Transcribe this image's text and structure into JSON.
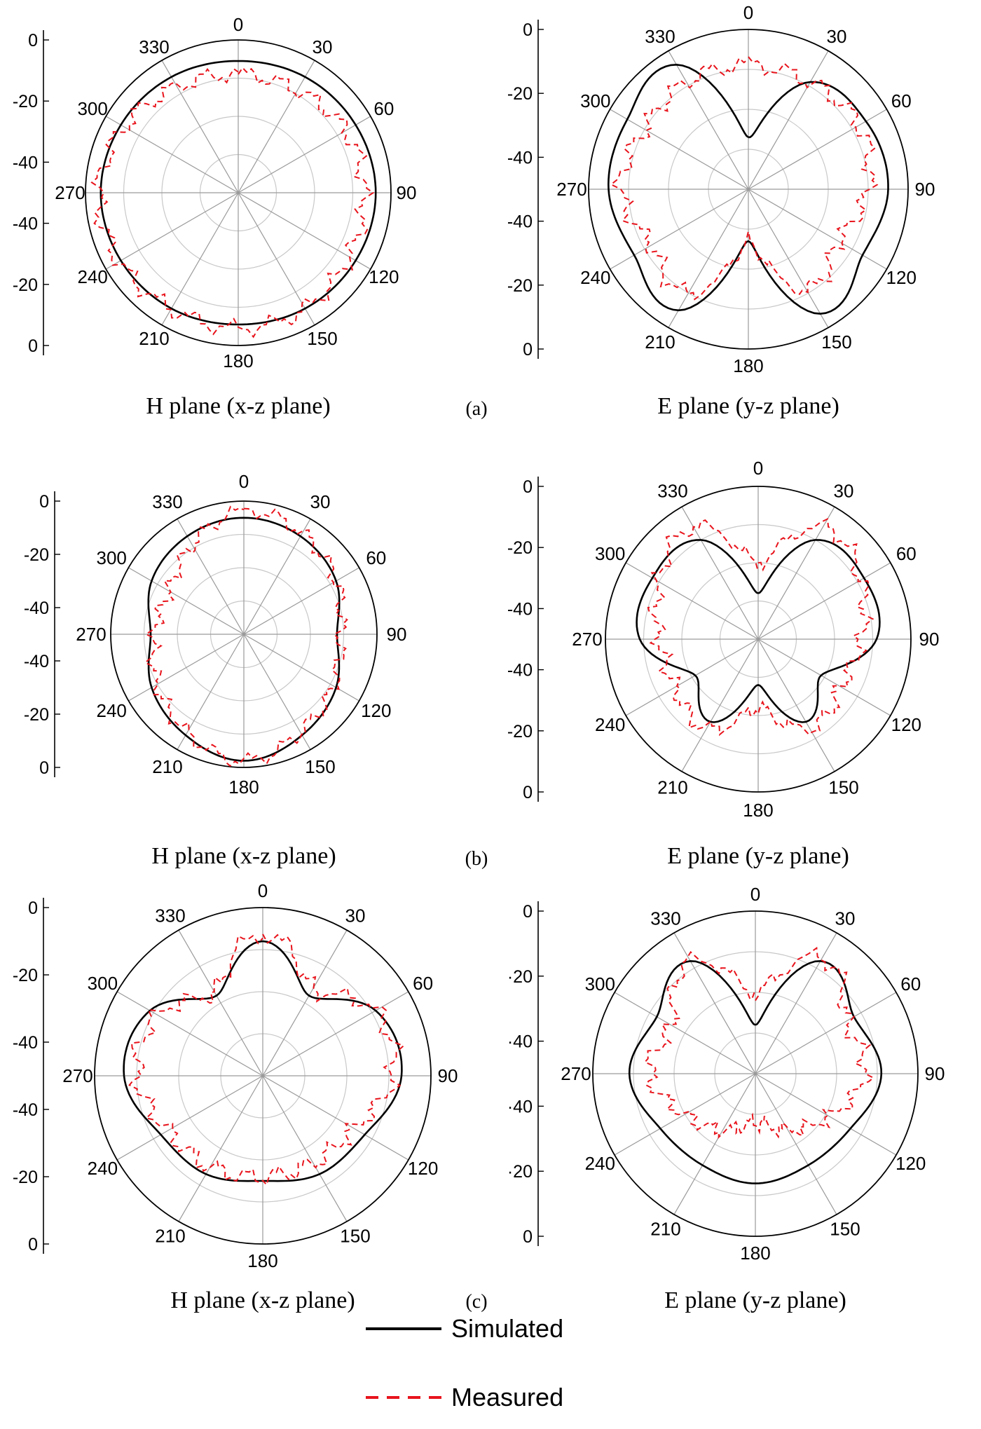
{
  "figure": {
    "legend": [
      {
        "label": "Simulated",
        "color": "#000000",
        "style": "solid"
      },
      {
        "label": "Measured",
        "color": "#e8141c",
        "style": "dashed"
      }
    ]
  },
  "chart_data": [
    {
      "type": "polar-line",
      "panel": "(a)",
      "title": "H plane (x-z plane)",
      "rlim": [
        -40,
        0
      ],
      "angle_ticks": [
        "0",
        "30",
        "60",
        "90",
        "120",
        "150",
        "180",
        "210",
        "240",
        "270",
        "300",
        "330"
      ],
      "r_tick_labels": [
        "0",
        "-20",
        "-40",
        "-40",
        "-20",
        "0"
      ],
      "grid": true,
      "series": [
        {
          "name": "Simulated",
          "angle_deg": [
            0,
            30,
            60,
            90,
            120,
            150,
            180,
            210,
            240,
            270,
            300,
            330
          ],
          "values": [
            -5.5,
            -5,
            -4.5,
            -4,
            -4.5,
            -5,
            -5.5,
            -5,
            -4.5,
            -4,
            -4.5,
            -5
          ]
        },
        {
          "name": "Measured",
          "angle_deg": [
            0,
            30,
            60,
            90,
            120,
            150,
            180,
            210,
            240,
            270,
            300,
            330
          ],
          "values": [
            -9,
            -9,
            -7.5,
            -7,
            -6.5,
            -5,
            -4.5,
            -5,
            -4,
            -3.5,
            -5.5,
            -8
          ]
        }
      ]
    },
    {
      "type": "polar-line",
      "panel": "(a)",
      "title": "E plane (y-z plane)",
      "rlim": [
        -40,
        0
      ],
      "angle_ticks": [
        "0",
        "30",
        "60",
        "90",
        "120",
        "150",
        "180",
        "210",
        "240",
        "270",
        "300",
        "330"
      ],
      "r_tick_labels": [
        "0",
        "-20",
        "-40",
        "-40",
        "-20",
        "0"
      ],
      "grid": true,
      "series": [
        {
          "name": "Simulated",
          "angle_deg": [
            0,
            30,
            60,
            90,
            120,
            150,
            180,
            210,
            240,
            270,
            300,
            330
          ],
          "values": [
            -27,
            -9,
            -6,
            -5,
            -7,
            -4,
            -27,
            -5,
            -7,
            -5,
            -5,
            -4
          ]
        },
        {
          "name": "Measured",
          "angle_deg": [
            0,
            30,
            60,
            90,
            120,
            150,
            180,
            210,
            240,
            270,
            300,
            330
          ],
          "values": [
            -9,
            -9,
            -8,
            -10,
            -14,
            -11,
            -27,
            -10,
            -12,
            -8,
            -10,
            -9
          ]
        }
      ]
    },
    {
      "type": "polar-line",
      "panel": "(b)",
      "title": "H plane (x-z plane)",
      "rlim": [
        -40,
        0
      ],
      "angle_ticks": [
        "0",
        "30",
        "60",
        "90",
        "120",
        "150",
        "180",
        "210",
        "240",
        "270",
        "300",
        "330"
      ],
      "r_tick_labels": [
        "0",
        "-20",
        "-40",
        "-40",
        "-20",
        "0"
      ],
      "grid": true,
      "series": [
        {
          "name": "Simulated",
          "angle_deg": [
            0,
            30,
            60,
            90,
            120,
            150,
            180,
            210,
            240,
            270,
            300,
            330
          ],
          "values": [
            -5,
            -6,
            -8,
            -12,
            -8,
            -5,
            -2,
            -5,
            -8,
            -12,
            -8,
            -6
          ]
        },
        {
          "name": "Measured",
          "angle_deg": [
            0,
            30,
            60,
            90,
            120,
            150,
            180,
            210,
            240,
            270,
            300,
            330
          ],
          "values": [
            -3,
            -5,
            -8,
            -11,
            -9,
            -6,
            -2,
            -6,
            -10,
            -13,
            -14,
            -9
          ]
        }
      ]
    },
    {
      "type": "polar-line",
      "panel": "(b)",
      "title": "E plane (y-z plane)",
      "rlim": [
        -40,
        0
      ],
      "angle_ticks": [
        "0",
        "30",
        "60",
        "90",
        "120",
        "150",
        "180",
        "210",
        "240",
        "270",
        "300",
        "330"
      ],
      "r_tick_labels": [
        "0",
        "-20",
        "-40",
        "-40",
        "-20",
        "0"
      ],
      "grid": true,
      "series": [
        {
          "name": "Simulated",
          "angle_deg": [
            0,
            30,
            60,
            90,
            120,
            150,
            180,
            210,
            240,
            270,
            300,
            330
          ],
          "values": [
            -28,
            -10,
            -8,
            -9,
            -21,
            -15,
            -28,
            -15,
            -21,
            -9,
            -8,
            -10
          ]
        },
        {
          "name": "Measured",
          "angle_deg": [
            0,
            30,
            60,
            90,
            120,
            150,
            180,
            210,
            240,
            270,
            300,
            330
          ],
          "values": [
            -20,
            -6,
            -9,
            -13,
            -15,
            -13,
            -22,
            -13,
            -15,
            -14,
            -10,
            -6
          ]
        }
      ]
    },
    {
      "type": "polar-line",
      "panel": "(c)",
      "title": "H plane (x-z plane)",
      "rlim": [
        -40,
        0
      ],
      "angle_ticks": [
        "0",
        "30",
        "60",
        "90",
        "120",
        "150",
        "180",
        "210",
        "240",
        "270",
        "300",
        "330"
      ],
      "r_tick_labels": [
        "0",
        "-20",
        "-40",
        "-40",
        "-20",
        "0"
      ],
      "grid": true,
      "series": [
        {
          "name": "Simulated",
          "angle_deg": [
            0,
            30,
            60,
            90,
            120,
            150,
            180,
            210,
            240,
            270,
            300,
            330
          ],
          "values": [
            -8,
            -18,
            -9,
            -7,
            -12,
            -13,
            -15,
            -13,
            -12,
            -7,
            -9,
            -18
          ]
        },
        {
          "name": "Measured",
          "angle_deg": [
            0,
            30,
            60,
            90,
            120,
            150,
            180,
            210,
            240,
            270,
            300,
            330
          ],
          "values": [
            -6,
            -16,
            -9,
            -9,
            -15,
            -16,
            -16,
            -15,
            -14,
            -10,
            -11,
            -17
          ]
        }
      ]
    },
    {
      "type": "polar-line",
      "panel": "(c)",
      "title": "E plane (y-z plane)",
      "rlim": [
        -40,
        0
      ],
      "angle_ticks": [
        "0",
        "30",
        "60",
        "90",
        "120",
        "150",
        "180",
        "210",
        "240",
        "270",
        "300",
        "330"
      ],
      "r_tick_labels": [
        "0",
        "·20",
        "·40",
        "·40",
        "·20",
        "0"
      ],
      "grid": true,
      "series": [
        {
          "name": "Simulated",
          "angle_deg": [
            0,
            30,
            60,
            90,
            120,
            150,
            180,
            210,
            240,
            270,
            300,
            330
          ],
          "values": [
            -28,
            -8,
            -12,
            -9,
            -13,
            -14,
            -13,
            -14,
            -13,
            -9,
            -12,
            -8
          ]
        },
        {
          "name": "Measured",
          "angle_deg": [
            0,
            30,
            60,
            90,
            120,
            150,
            180,
            210,
            240,
            270,
            300,
            330
          ],
          "values": [
            -20,
            -7,
            -14,
            -13,
            -19,
            -24,
            -28,
            -24,
            -20,
            -14,
            -16,
            -8
          ]
        }
      ]
    }
  ]
}
